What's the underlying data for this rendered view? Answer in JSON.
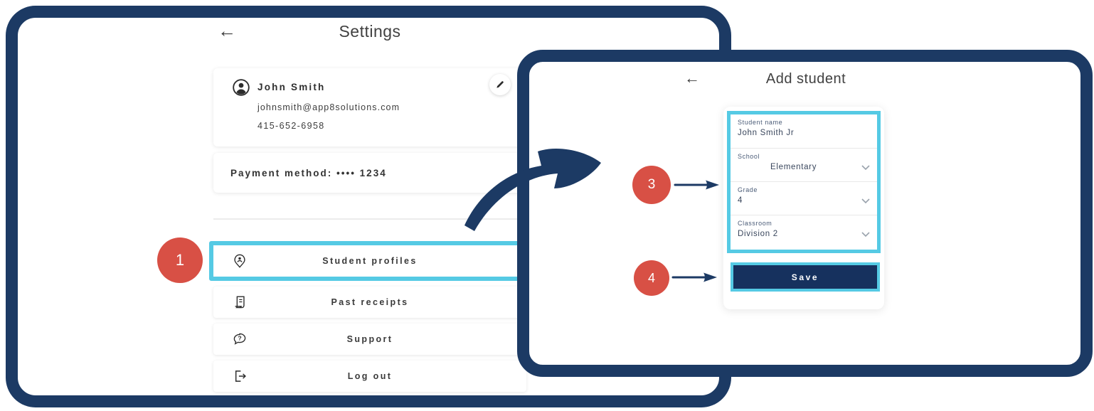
{
  "colors": {
    "frame_navy": "#1c3a64",
    "accent_cyan": "#55cae4",
    "badge_red": "#d85045",
    "save_navy": "#16315e"
  },
  "settings_screen": {
    "back_glyph": "←",
    "title": "Settings",
    "profile": {
      "name": "John Smith",
      "email": "johnsmith@app8solutions.com",
      "phone": "415-652-6958"
    },
    "payment": {
      "text": "Payment method: •••• 1234"
    },
    "menu": [
      {
        "label": "Student profiles"
      },
      {
        "label": "Past receipts"
      },
      {
        "label": "Support"
      },
      {
        "label": "Log out"
      }
    ]
  },
  "add_student_screen": {
    "back_glyph": "←",
    "title": "Add student",
    "form": {
      "fields": [
        {
          "label": "Student name",
          "value": "John Smith Jr"
        },
        {
          "label": "School",
          "value": "Elementary"
        },
        {
          "label": "Grade",
          "value": "4"
        },
        {
          "label": "Classroom",
          "value": "Division 2"
        }
      ],
      "save_label": "Save"
    }
  },
  "annotations": {
    "step1": "1",
    "step3": "3",
    "step4": "4",
    "support_icon_glyph": "?"
  }
}
